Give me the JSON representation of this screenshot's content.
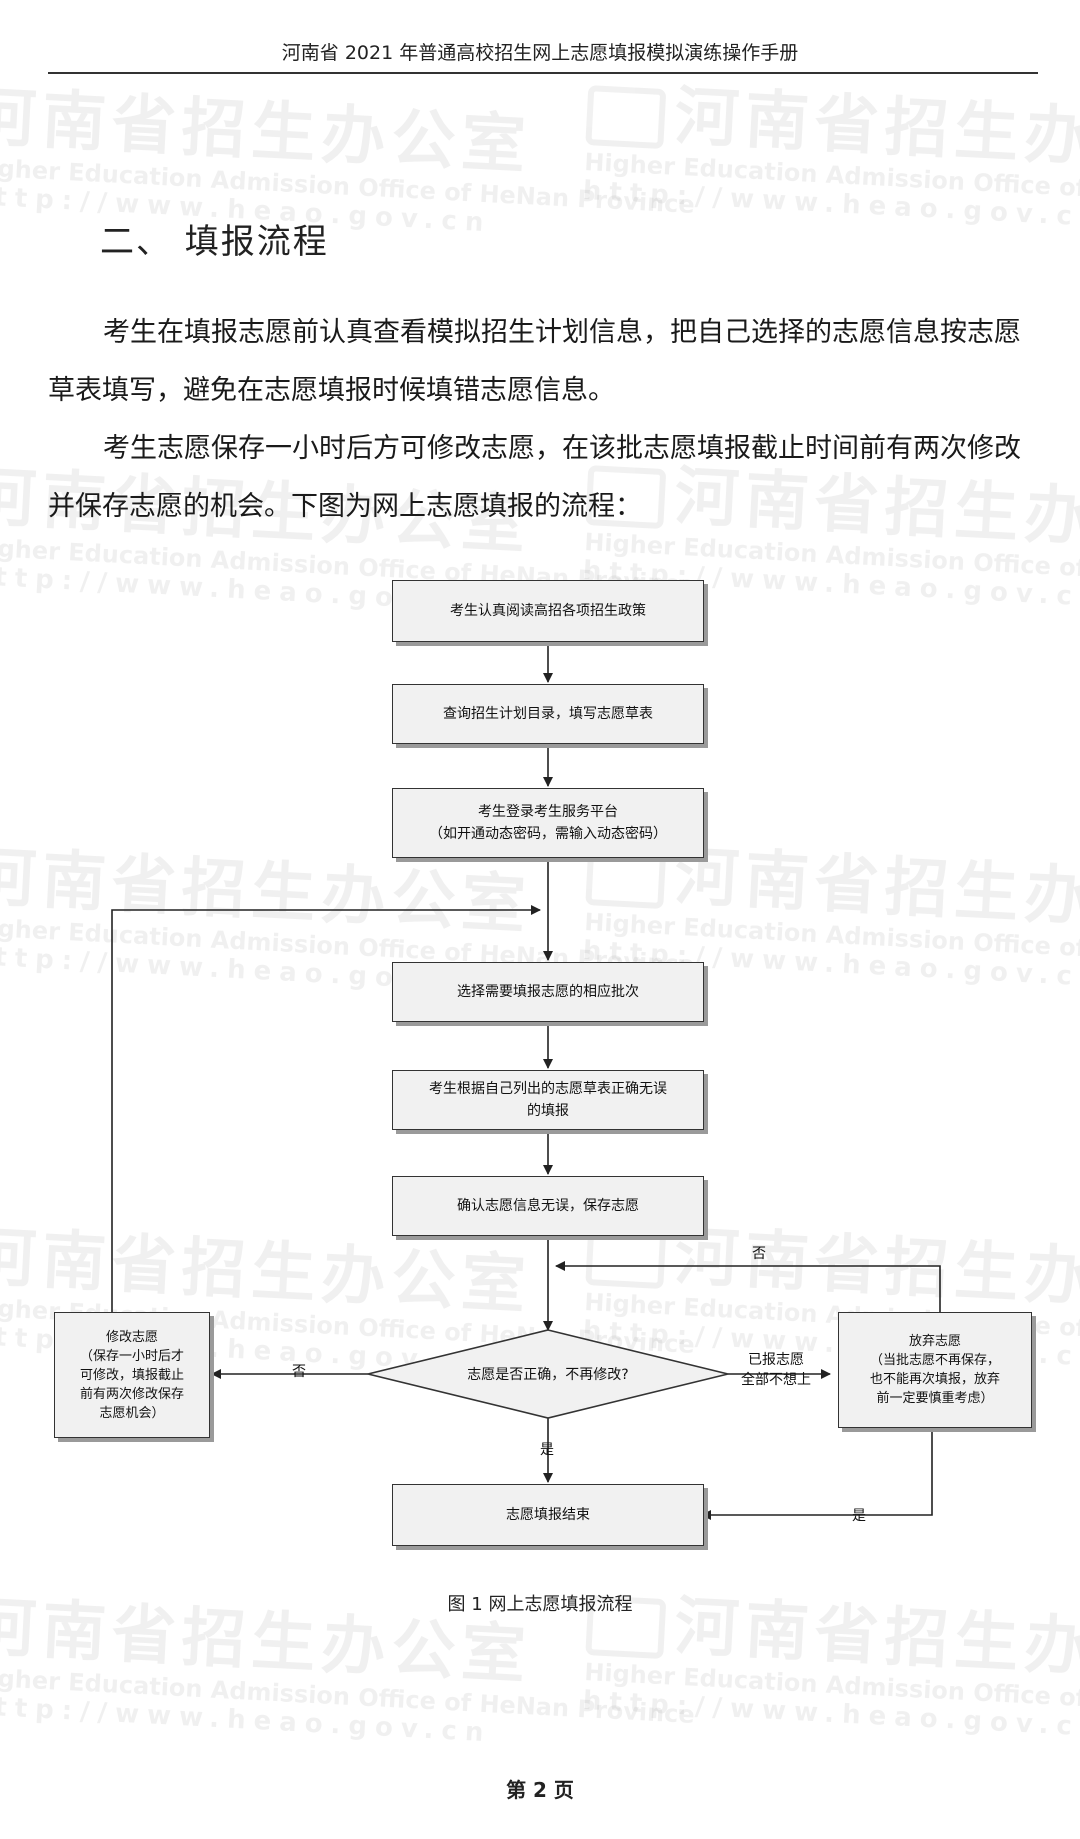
{
  "header": {
    "running_title": "河南省 2021 年普通高校招生网上志愿填报模拟演练操作手册"
  },
  "watermark": {
    "cn": "河南省招生办公室",
    "en": "Higher Education Admission Office of HeNan Province",
    "url": "http://www.heao.gov.cn"
  },
  "section": {
    "title": "二、 填报流程"
  },
  "paragraphs": [
    "考生在填报志愿前认真查看模拟招生计划信息，把自己选择的志愿信息按志愿草表填写，避免在志愿填报时候填错志愿信息。",
    "考生志愿保存一小时后方可修改志愿，在该批志愿填报截止时间前有两次修改并保存志愿的机会。下图为网上志愿填报的流程："
  ],
  "flowchart": {
    "step1": "考生认真阅读高招各项招生政策",
    "step2": "查询招生计划目录，填写志愿草表",
    "step3_line1": "考生登录考生服务平台",
    "step3_line2": "（如开通动态密码，需输入动态密码）",
    "step4": "选择需要填报志愿的相应批次",
    "step5_line1": "考生根据自己列出的志愿草表正确无误",
    "step5_line2": "的填报",
    "step6": "确认志愿信息无误，保存志愿",
    "decision": "志愿是否正确，不再修改?",
    "modify_line1": "修改志愿",
    "modify_line2": "（保存一小时后才",
    "modify_line3": "可修改，填报截止",
    "modify_line4": "前有两次修改保存",
    "modify_line5": "志愿机会）",
    "abandon_line1": "放弃志愿",
    "abandon_line2": "（当批志愿不再保存，",
    "abandon_line3": "也不能再次填报，放弃",
    "abandon_line4": "前一定要慎重考虑）",
    "end": "志愿填报结束",
    "label_no_left": "否",
    "label_no_top": "否",
    "label_yes_down": "是",
    "label_yes_right": "是",
    "label_reported_line1": "已报志愿",
    "label_reported_line2": "全部不想上"
  },
  "caption": "图 1 网上志愿填报流程",
  "page_number": "第 2 页"
}
